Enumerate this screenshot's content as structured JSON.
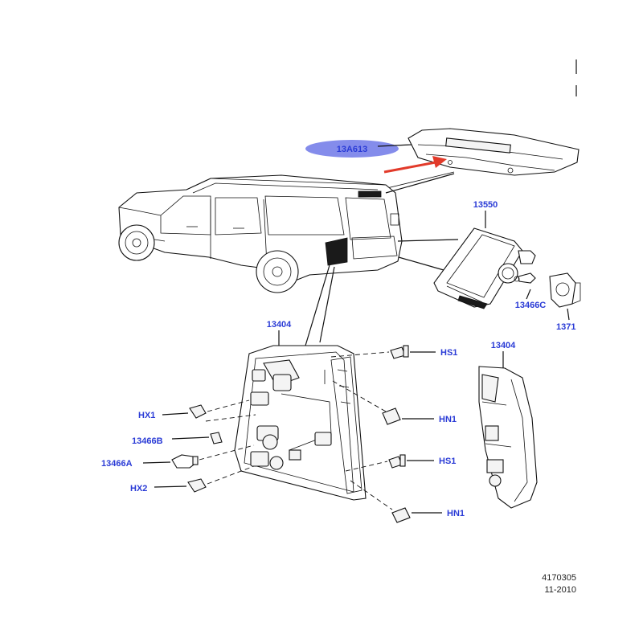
{
  "callouts": {
    "high_mount_lamp": "13A613",
    "lamp_assembly_inner": "13550",
    "bulb_inner": "13466C",
    "part_cut_off": "1371",
    "tail_lamp_left": "13404",
    "tail_lamp_right": "13404",
    "screw_top": "HS1",
    "nut_upper": "HN1",
    "screw_bottom": "HS1",
    "nut_lower": "HN1",
    "holder_upper": "HX1",
    "bulb_small": "13466B",
    "bulb_large": "13466A",
    "holder_lower": "HX2"
  },
  "footer": {
    "drawing_number": "4170305",
    "date": "11-2010"
  },
  "colors": {
    "label": "#2a3bd6",
    "highlight": "#6f78e8",
    "arrow": "#e23a2a",
    "line": "#111111"
  }
}
